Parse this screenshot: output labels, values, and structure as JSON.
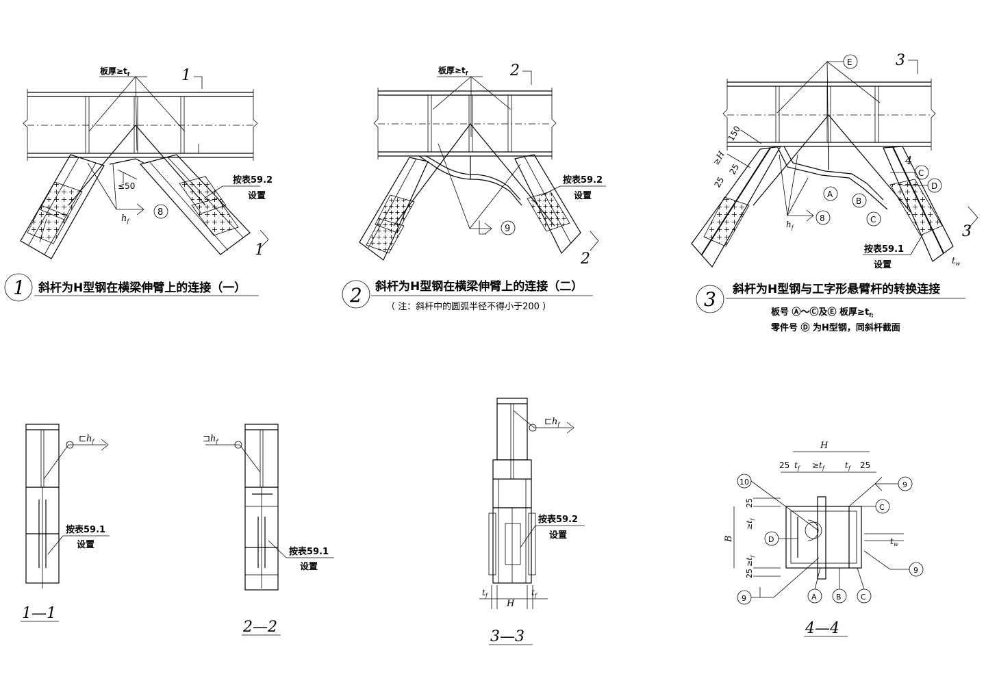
{
  "detail1": {
    "number": "1",
    "title": "斜杆为H型钢在横梁伸臂上的连接（一）",
    "plate": "板厚≥t",
    "plate_sub": "f",
    "section_mark": "1",
    "table_ref": "按表59.2",
    "table_ref_2": "设置",
    "weld_hf": "h",
    "weld_sub": "f",
    "weld_circle": "8",
    "dim_le50": "≤50"
  },
  "detail2": {
    "number": "2",
    "title": "斜杆为H型钢在横梁伸臂上的连接（二）",
    "note": "（ 注：斜杆中的圆弧半径不得小于200 ）",
    "plate": "板厚≥t",
    "plate_sub": "f",
    "section_mark": "2",
    "table_ref": "按表59.2",
    "table_ref_2": "设置",
    "weld_circle": "9"
  },
  "detail3": {
    "number": "3",
    "title": "斜杆为H型钢与工字形悬臂杆的转换连接",
    "note1": "板号 Ⓐ～Ⓒ及Ⓔ 板厚≥t",
    "note1_sub": "f;",
    "note2": "零件号 Ⓓ 为H型钢，同斜杆截面",
    "section_mark": "3",
    "section_mark_4": "4",
    "table_ref": "按表59.1",
    "table_ref_2": "设置",
    "weld_hf": "h",
    "weld_sub": "f",
    "weld_circle": "8",
    "tw": "t",
    "tw_sub": "w",
    "dim_150": "150",
    "dim_H": "≥H",
    "dim_25a": "25",
    "dim_25b": "25",
    "parts": [
      "A",
      "B",
      "C",
      "D",
      "E"
    ]
  },
  "section1": {
    "label": "1—1",
    "weld": "h",
    "weld_sub": "f",
    "table_ref": "按表59.1",
    "table_ref_2": "设置"
  },
  "section2": {
    "label": "2—2",
    "weld": "h",
    "weld_sub": "f",
    "table_ref": "按表59.1",
    "table_ref_2": "设置"
  },
  "section3": {
    "label": "3—3",
    "weld": "h",
    "weld_sub": "f",
    "table_ref": "按表59.2",
    "table_ref_2": "设置",
    "tf_left": "t",
    "tf_right": "t",
    "tf_sub": "f",
    "dim_H": "H"
  },
  "section4": {
    "label": "4—4",
    "dim_H": "H",
    "dim_B": "B",
    "dim_25_left": "25",
    "dim_25_right": "25",
    "dim_tf_left": "t",
    "dim_tf_mid": "≥t",
    "dim_tf_right": "t",
    "tf_sub": "f",
    "dim_25_v1": "25",
    "dim_25_v2": "25",
    "dim_tf_v1": "≥t",
    "dim_tf_v2": "≥t",
    "tw": "t",
    "tw_sub": "w",
    "circles": [
      "10",
      "9",
      "9",
      "9",
      "C",
      "D",
      "A",
      "B",
      "C"
    ]
  }
}
